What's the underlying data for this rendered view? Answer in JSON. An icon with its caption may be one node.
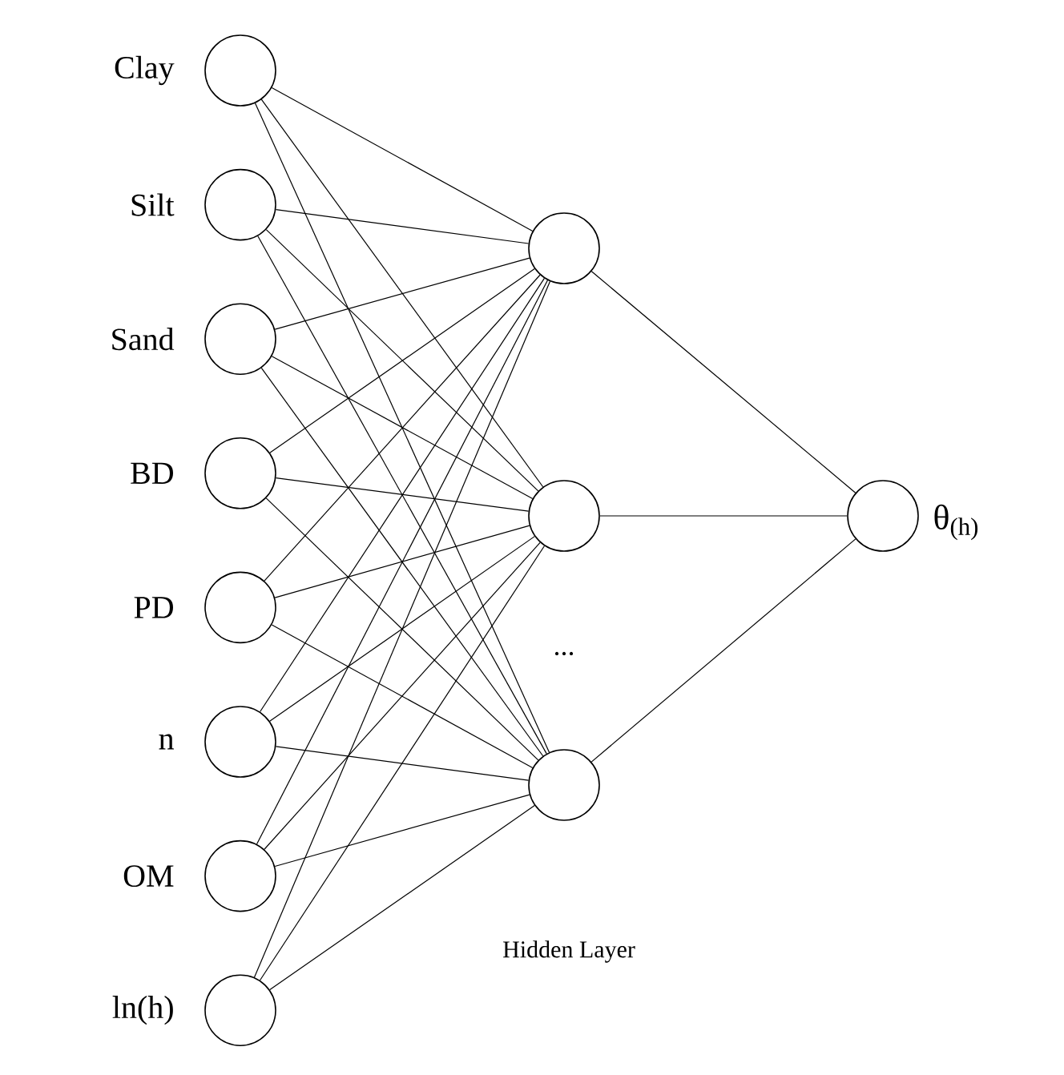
{
  "diagram": {
    "nodes": [
      {
        "text": [],
        "shape": "circle",
        "beside": [
          "Clay"
        ]
      },
      {
        "text": [],
        "shape": "circle",
        "beside": [
          "Silt"
        ]
      },
      {
        "text": [],
        "shape": "circle",
        "beside": [
          "Sand"
        ]
      },
      {
        "text": [],
        "shape": "circle",
        "beside": [
          "BD"
        ]
      },
      {
        "text": [],
        "shape": "circle",
        "beside": [
          "PD"
        ]
      },
      {
        "text": [],
        "shape": "circle",
        "beside": [
          "n"
        ]
      },
      {
        "text": [],
        "shape": "circle",
        "beside": [
          "OM"
        ]
      },
      {
        "text": [],
        "shape": "circle",
        "beside": [
          "ln(h)"
        ]
      },
      {
        "text": [],
        "shape": "circle"
      },
      {
        "text": [],
        "shape": "circle"
      },
      {
        "text": [],
        "shape": "circle"
      },
      {
        "text": [],
        "shape": "circle",
        "beside": [
          "θ$_{(h)}$"
        ]
      }
    ],
    "edges": [
      {
        "from": 0,
        "to": 8,
        "arrow": "none"
      },
      {
        "from": 0,
        "to": 9,
        "arrow": "none"
      },
      {
        "from": 0,
        "to": 10,
        "arrow": "none"
      },
      {
        "from": 1,
        "to": 8,
        "arrow": "none"
      },
      {
        "from": 1,
        "to": 9,
        "arrow": "none"
      },
      {
        "from": 1,
        "to": 10,
        "arrow": "none"
      },
      {
        "from": 2,
        "to": 8,
        "arrow": "none"
      },
      {
        "from": 2,
        "to": 9,
        "arrow": "none"
      },
      {
        "from": 2,
        "to": 10,
        "arrow": "none"
      },
      {
        "from": 3,
        "to": 8,
        "arrow": "none"
      },
      {
        "from": 3,
        "to": 9,
        "arrow": "none"
      },
      {
        "from": 3,
        "to": 10,
        "arrow": "none"
      },
      {
        "from": 4,
        "to": 8,
        "arrow": "none"
      },
      {
        "from": 4,
        "to": 9,
        "arrow": "none"
      },
      {
        "from": 4,
        "to": 10,
        "arrow": "none"
      },
      {
        "from": 5,
        "to": 8,
        "arrow": "none"
      },
      {
        "from": 5,
        "to": 9,
        "arrow": "none"
      },
      {
        "from": 5,
        "to": 10,
        "arrow": "none"
      },
      {
        "from": 6,
        "to": 8,
        "arrow": "none"
      },
      {
        "from": 6,
        "to": 9,
        "arrow": "none"
      },
      {
        "from": 6,
        "to": 10,
        "arrow": "none"
      },
      {
        "from": 7,
        "to": 8,
        "arrow": "none"
      },
      {
        "from": 7,
        "to": 9,
        "arrow": "none"
      },
      {
        "from": 7,
        "to": 10,
        "arrow": "none"
      },
      {
        "from": 8,
        "to": 11,
        "arrow": "none"
      },
      {
        "from": 9,
        "to": 11,
        "arrow": "none"
      },
      {
        "from": 10,
        "to": 11,
        "arrow": "none"
      }
    ],
    "labels": [
      "...",
      "Hidden Layer"
    ]
  }
}
